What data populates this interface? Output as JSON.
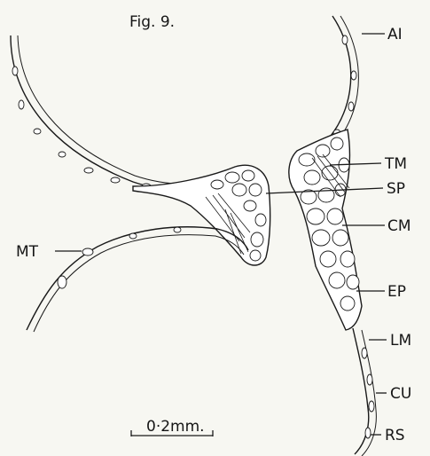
{
  "figure": {
    "title": "Fig. 9.",
    "scale_bar": "0·2mm."
  },
  "labels": {
    "al": "AI",
    "tm": "TM",
    "sp": "SP",
    "cm": "CM",
    "mt": "MT",
    "ep": "EP",
    "lm": "LM",
    "cu": "CU",
    "rs": "RS"
  },
  "colors": {
    "ink": "#1a1a1a",
    "paper": "#f7f7f2"
  }
}
